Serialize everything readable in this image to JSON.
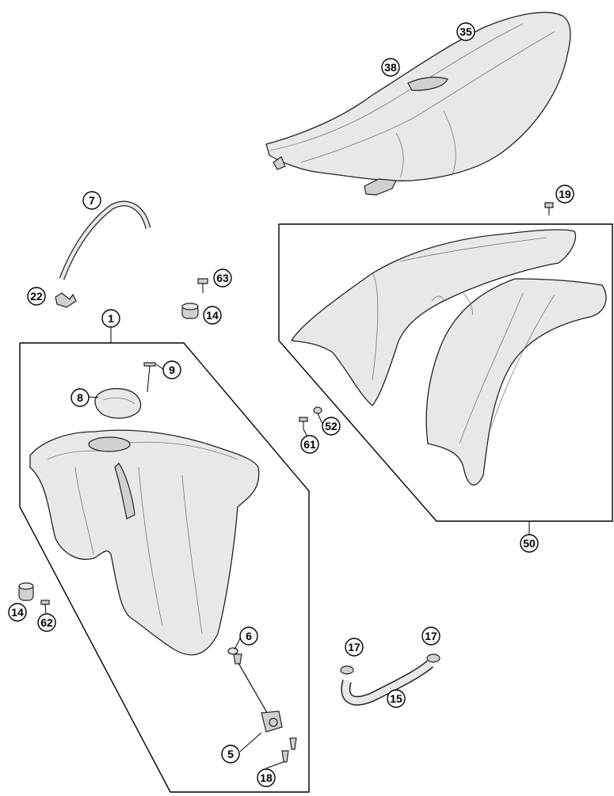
{
  "callouts": {
    "c1": "1",
    "c5": "5",
    "c6": "6",
    "c7": "7",
    "c8": "8",
    "c9": "9",
    "c14a": "14",
    "c14b": "14",
    "c15": "15",
    "c17a": "17",
    "c17b": "17",
    "c18": "18",
    "c19": "19",
    "c22": "22",
    "c35": "35",
    "c38": "38",
    "c50": "50",
    "c52": "52",
    "c61": "61",
    "c62": "62",
    "c63": "63"
  }
}
